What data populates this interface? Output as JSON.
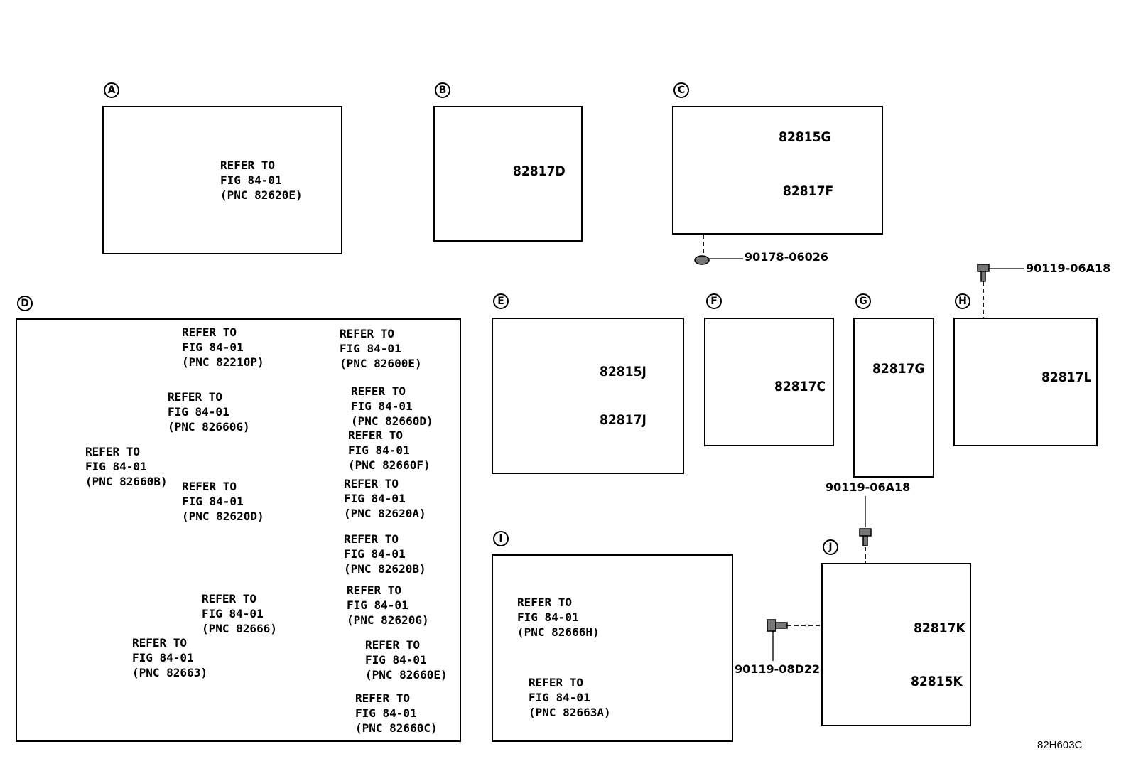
{
  "panels": {
    "A": {
      "letter": "A",
      "refer": "REFER TO\nFIG 84-01\n(PNC 82620E)"
    },
    "B": {
      "letter": "B",
      "part": "82817D"
    },
    "C": {
      "letter": "C",
      "parts": [
        "82815G",
        "82817F"
      ],
      "fastener": "90178-06026"
    },
    "D": {
      "letter": "D",
      "refs": [
        "REFER TO\nFIG 84-01\n(PNC 82210P)",
        "REFER TO\nFIG 84-01\n(PNC 82600E)",
        "REFER TO\nFIG 84-01\n(PNC 82660G)",
        "REFER TO\nFIG 84-01\n(PNC 82660D)",
        "REFER TO\nFIG 84-01\n(PNC 82660F)",
        "REFER TO\nFIG 84-01\n(PNC 82660B)",
        "REFER TO\nFIG 84-01\n(PNC 82620D)",
        "REFER TO\nFIG 84-01\n(PNC 82620A)",
        "REFER TO\nFIG 84-01\n(PNC 82620B)",
        "REFER TO\nFIG 84-01\n(PNC 82666)",
        "REFER TO\nFIG 84-01\n(PNC 82620G)",
        "REFER TO\nFIG 84-01\n(PNC 82663)",
        "REFER TO\nFIG 84-01\n(PNC 82660E)",
        "REFER TO\nFIG 84-01\n(PNC 82660C)"
      ]
    },
    "E": {
      "letter": "E",
      "parts": [
        "82815J",
        "82817J"
      ]
    },
    "F": {
      "letter": "F",
      "part": "82817C"
    },
    "G": {
      "letter": "G",
      "part": "82817G",
      "fastener": "90119-06A18"
    },
    "H": {
      "letter": "H",
      "part": "82817L",
      "fastener": "90119-06A18"
    },
    "I": {
      "letter": "I",
      "refs": [
        "REFER TO\nFIG 84-01\n(PNC 82666H)",
        "REFER TO\nFIG 84-01\n(PNC 82663A)"
      ]
    },
    "J": {
      "letter": "J",
      "parts": [
        "82817K",
        "82815K"
      ],
      "fastener": "90119-08D22"
    }
  },
  "figure_code": "82H603C"
}
